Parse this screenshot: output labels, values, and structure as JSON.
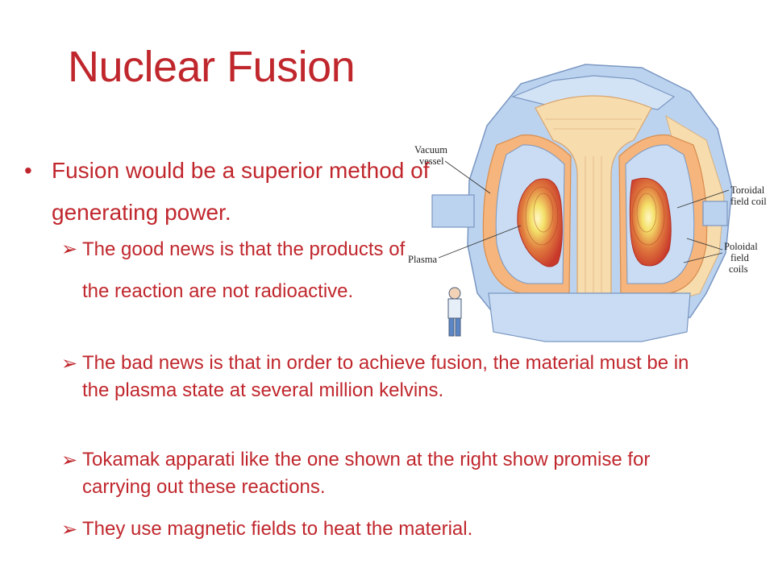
{
  "slide": {
    "title": "Nuclear Fusion",
    "bullet1": {
      "marker": "•",
      "text": "Fusion would be a superior method of generating power."
    },
    "sub_bullets": [
      {
        "marker": "➢",
        "text": "The good news is that the products of the reaction are not radioactive."
      },
      {
        "marker": "➢",
        "text": "The bad news is that in order to achieve fusion, the material must be in the plasma state at several million kelvins."
      },
      {
        "marker": "➢",
        "text": "Tokamak apparati like the one shown at the right show promise for carrying out these reactions."
      },
      {
        "marker": "➢",
        "text": "They use magnetic fields to heat the material."
      }
    ]
  },
  "figure": {
    "labels": {
      "vacuum_vessel_1": "Vacuum",
      "vacuum_vessel_2": "vessel",
      "plasma": "Plasma",
      "toroidal_1": "Toroidal",
      "toroidal_2": "field coil",
      "poloidal_1": "Poloidal",
      "poloidal_2": "field",
      "poloidal_3": "coils"
    },
    "colors": {
      "coil_blue": "#bcd3ef",
      "coil_outline": "#7a97c2",
      "orange_band": "#f5b57c",
      "cream": "#f7dcae",
      "plasma_red": "#c8382b",
      "plasma_yellow": "#f4e16a"
    }
  },
  "colors": {
    "text": "#c0272d"
  }
}
